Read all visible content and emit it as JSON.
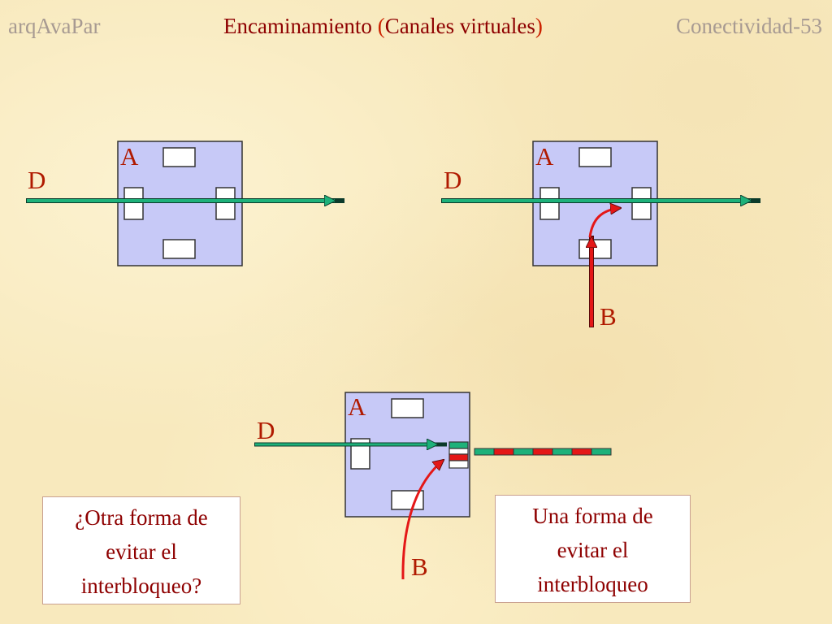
{
  "header": {
    "left": "arqAvaPar",
    "title_main": "Encaminamiento",
    "paren_open": "(",
    "title_sub": "Canales virtuales",
    "paren_close": ")",
    "right": "Conectividad-53"
  },
  "labels": {
    "router_a": "A",
    "source_d": "D",
    "source_b": "B"
  },
  "notes": {
    "left": [
      "¿Otra forma de",
      "evitar el",
      "interbloqueo?"
    ],
    "right": [
      "Una forma de",
      "evitar el",
      "interbloqueo"
    ]
  },
  "colors": {
    "background": "#f8e9bd",
    "router_fill": "#c7c9f7",
    "port_fill": "#ffffff",
    "path_d": "#1db17a",
    "path_b": "#e41717",
    "label": "#b01a00"
  }
}
